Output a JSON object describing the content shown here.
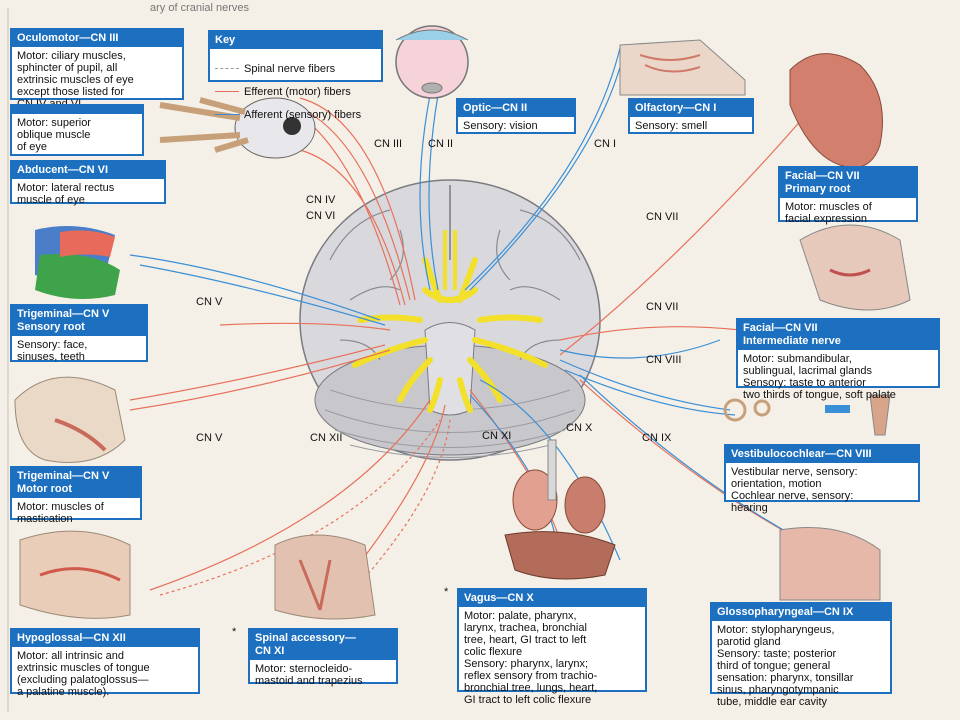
{
  "header_fragment": "ary of cranial nerves",
  "key": {
    "title": "Key",
    "items": [
      {
        "label": "Spinal nerve fibers",
        "color": "#999999",
        "style": "dashed"
      },
      {
        "label": "Efferent (motor) fibers",
        "color": "#e8705a",
        "style": "solid"
      },
      {
        "label": "Afferent (sensory) fibers",
        "color": "#3a8fd6",
        "style": "solid"
      }
    ]
  },
  "boxes": {
    "oculomotor": {
      "title": "Oculomotor—CN III",
      "body": "Motor: ciliary muscles,\nsphincter of pupil, all\nextrinsic muscles of eye\nexcept those listed for\nCN IV and VI"
    },
    "trochlear": {
      "title": "",
      "body": "Motor: superior\noblique muscle\nof eye"
    },
    "abducent": {
      "title": "Abducent—CN VI",
      "body": "Motor: lateral rectus\nmuscle of eye"
    },
    "trigeminal_sensory": {
      "title": "Trigeminal—CN V\nSensory root",
      "body": "Sensory: face,\nsinuses, teeth"
    },
    "trigeminal_motor": {
      "title": "Trigeminal—CN V\nMotor root",
      "body": "Motor: muscles of\nmastication"
    },
    "hypoglossal": {
      "title": "Hypoglossal—CN XII",
      "body": "Motor: all intrinsic and\nextrinsic muscles of tongue\n(excluding palatoglossus—\na palatine muscle)."
    },
    "spinal_accessory": {
      "title": "Spinal accessory—\nCN XI",
      "body": "Motor: sternocleido-\nmastoid and trapezius"
    },
    "vagus": {
      "title": "Vagus—CN X",
      "body": "Motor: palate, pharynx,\nlarynx, trachea, bronchial\ntree, heart, GI tract to left\ncolic flexure\nSensory: pharynx, larynx;\nreflex sensory from trachio-\nbronchial tree, lungs, heart,\nGI tract to left colic flexure"
    },
    "glossopharyngeal": {
      "title": "Glossopharyngeal—CN IX",
      "body": "Motor: stylopharyngeus,\nparotid gland\nSensory: taste; posterior\nthird of tongue; general\nsensation: pharynx, tonsillar\nsinus, pharyngotympanic\ntube, middle ear cavity"
    },
    "vestibulocochlear": {
      "title": "Vestibulocochlear—CN VIII",
      "body": "Vestibular nerve, sensory:\norientation, motion\nCochlear nerve, sensory:\nhearing"
    },
    "facial_intermediate": {
      "title": "Facial—CN VII\nIntermediate nerve",
      "body": "Motor: submandibular,\nsublingual, lacrimal glands\nSensory: taste to anterior\ntwo thirds of tongue, soft palate"
    },
    "facial_primary": {
      "title": "Facial—CN VII\nPrimary root",
      "body": "Motor: muscles of\nfacial expression"
    },
    "optic": {
      "title": "Optic—CN II",
      "body": "Sensory: vision"
    },
    "olfactory": {
      "title": "Olfactory—CN I",
      "body": "Sensory: smell"
    }
  },
  "nerve_labels": {
    "cn3": "CN III",
    "cn2": "CN II",
    "cn1": "CN I",
    "cn4": "CN IV",
    "cn6": "CN VI",
    "cn5_upper": "CN V",
    "cn5_lower": "CN V",
    "cn7_upper": "CN VII",
    "cn7_lower": "CN VII",
    "cn8": "CN VIII",
    "cn9": "CN IX",
    "cn10": "CN X",
    "cn11": "CN XI",
    "cn12": "CN XII"
  },
  "asterisks": {
    "vagus": "*",
    "spinal_accessory": "*"
  }
}
